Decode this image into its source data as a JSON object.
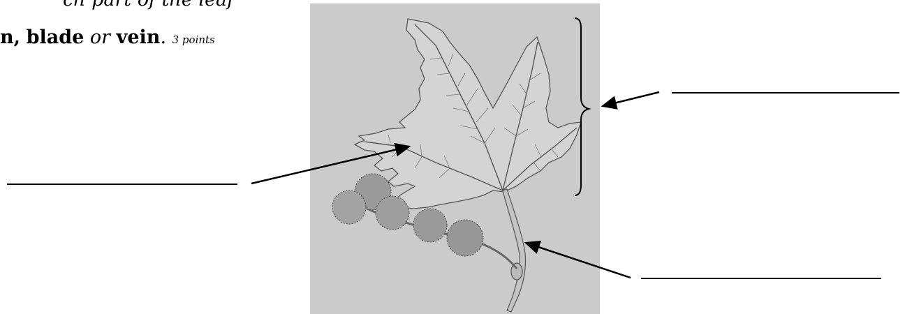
{
  "instructions": {
    "line1": "ch part of the leaf",
    "term_1": "n,",
    "term_2": "blade",
    "conj": "or",
    "term_3": "vein",
    "period": ".",
    "points": "3 points"
  },
  "diagram": {
    "answer_blanks": [
      "",
      "",
      ""
    ],
    "colors": {
      "photo_background": "#cbcbcb",
      "ink": "#000000"
    }
  }
}
